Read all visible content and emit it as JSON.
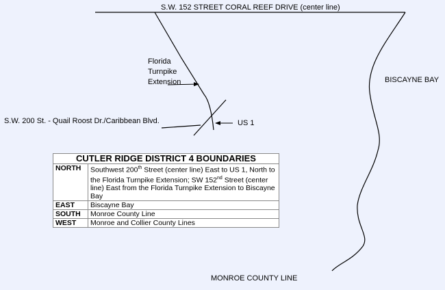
{
  "labels": {
    "north_road": "S.W. 152 STREET CORAL REEF DRIVE (center line)",
    "turnpike": [
      "Florida",
      "Turnpike",
      "Extension"
    ],
    "sw200": "S.W. 200 St. - Quail Roost Dr./Caribbean Blvd.",
    "us1": "US 1",
    "bay": "BISCAYNE BAY",
    "south": "MONROE COUNTY LINE"
  },
  "table": {
    "title": "CUTLER RIDGE DISTRICT 4 BOUNDARIES",
    "north": {
      "key": "NORTH",
      "pre": "Southwest 200",
      "sup1": "th",
      "mid": " Street (center line) East to US 1, North to the Florida Turnpike Extension; SW 152",
      "sup2": "nd",
      "post": " Street (center line) East from the Florida Turnpike Extension to Biscayne Bay"
    },
    "rows": [
      {
        "key": "EAST",
        "value": "Biscayne Bay"
      },
      {
        "key": "SOUTH",
        "value": "Monroe County Line"
      },
      {
        "key": "WEST",
        "value": "Monroe and Collier County Lines"
      }
    ]
  }
}
